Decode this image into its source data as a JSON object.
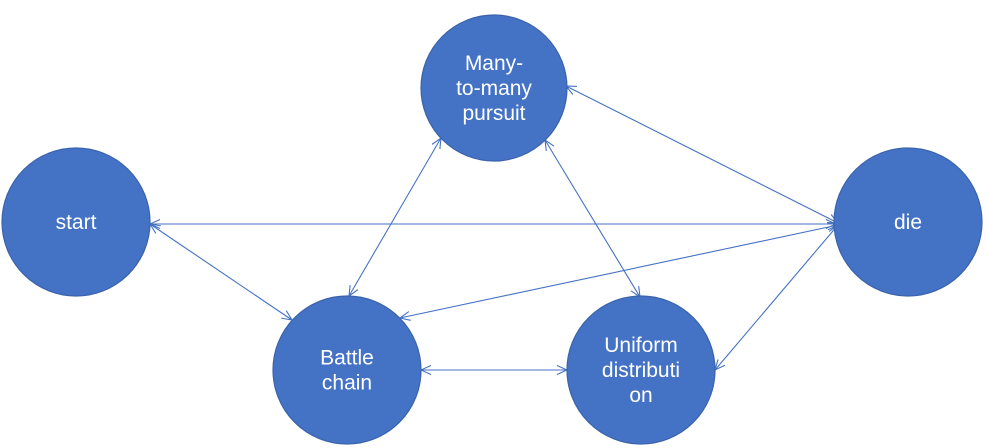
{
  "diagram": {
    "nodes": [
      {
        "id": "many-to-many",
        "lines": [
          "Many-",
          "to-many",
          "pursuit"
        ]
      },
      {
        "id": "start",
        "lines": [
          "start"
        ]
      },
      {
        "id": "die",
        "lines": [
          "die"
        ]
      },
      {
        "id": "battle-chain",
        "lines": [
          "Battle",
          "chain"
        ]
      },
      {
        "id": "uniform-distribution",
        "lines": [
          "Uniform",
          "distributi",
          "on"
        ]
      }
    ],
    "edges": [
      {
        "from": "start",
        "to": "die",
        "direction": "both"
      },
      {
        "from": "start",
        "to": "battle-chain",
        "direction": "both"
      },
      {
        "from": "battle-chain",
        "to": "many-to-many",
        "direction": "both"
      },
      {
        "from": "many-to-many",
        "to": "uniform-distribution",
        "direction": "both"
      },
      {
        "from": "many-to-many",
        "to": "die",
        "direction": "both"
      },
      {
        "from": "battle-chain",
        "to": "die",
        "direction": "both"
      },
      {
        "from": "battle-chain",
        "to": "uniform-distribution",
        "direction": "both"
      },
      {
        "from": "uniform-distribution",
        "to": "die",
        "direction": "both"
      }
    ],
    "colors": {
      "node_fill": "#4472c4",
      "edge": "#4472c4",
      "label": "#ffffff"
    }
  }
}
